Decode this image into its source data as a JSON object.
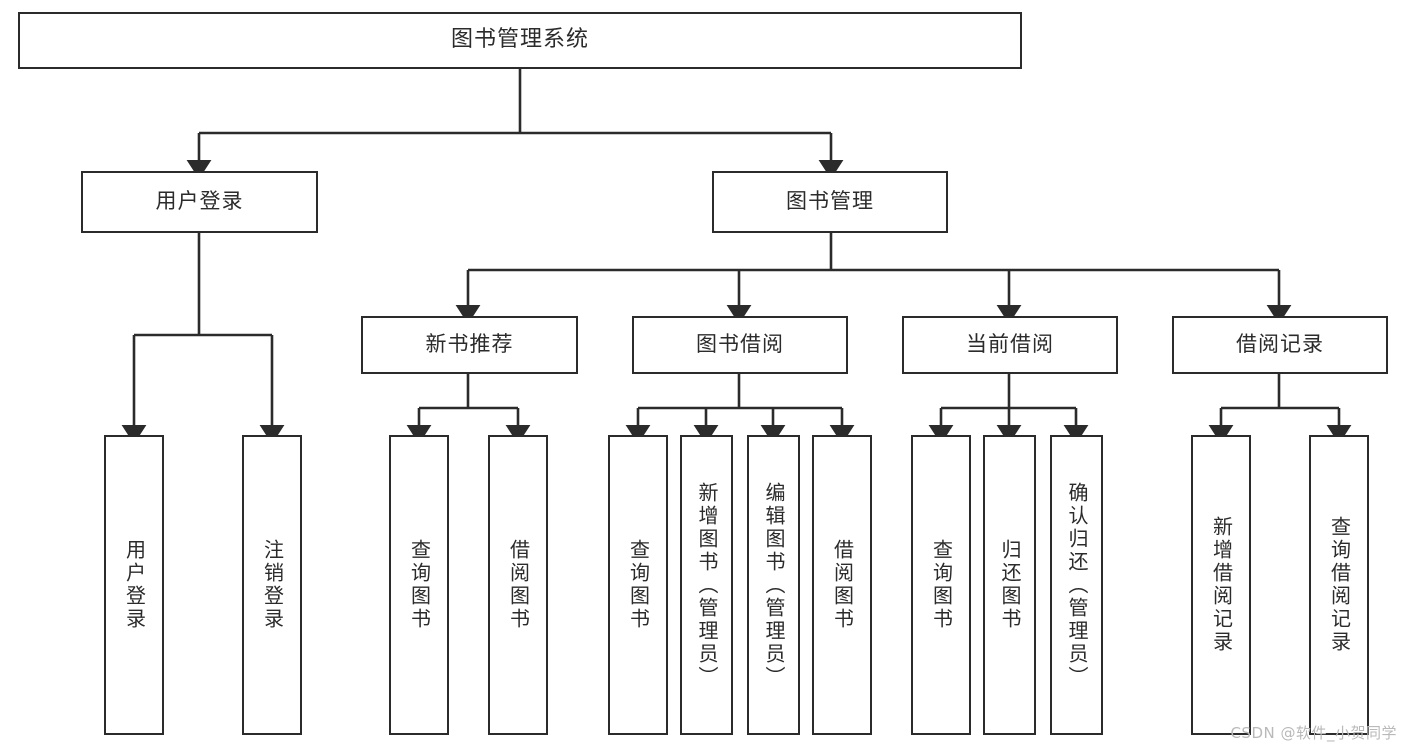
{
  "diagram": {
    "type": "tree-hierarchy",
    "title": "图书管理系统",
    "orientation": "top-down",
    "edge_style": "orthogonal-with-arrowheads",
    "colors": {
      "box_border": "#2b2b2b",
      "box_fill": "#ffffff",
      "edge": "#2b2b2b",
      "text": "#2b2b2b",
      "watermark": "#b9b9b9",
      "background": "#ffffff"
    },
    "root": {
      "id": "root",
      "label": "图书管理系统"
    },
    "level1": [
      {
        "id": "user-login",
        "label": "用户登录"
      },
      {
        "id": "book-manage",
        "label": "图书管理"
      }
    ],
    "level2": [
      {
        "id": "new-book-rec",
        "label": "新书推荐",
        "parent": "book-manage"
      },
      {
        "id": "book-borrow",
        "label": "图书借阅",
        "parent": "book-manage"
      },
      {
        "id": "current-borrow",
        "label": "当前借阅",
        "parent": "book-manage"
      },
      {
        "id": "borrow-record",
        "label": "借阅记录",
        "parent": "book-manage"
      }
    ],
    "leaves": [
      {
        "id": "leaf-user-login",
        "label": "用户登录",
        "parent": "user-login"
      },
      {
        "id": "leaf-logout",
        "label": "注销登录",
        "parent": "user-login"
      },
      {
        "id": "leaf-query-book-1",
        "label": "查询图书",
        "parent": "new-book-rec"
      },
      {
        "id": "leaf-borrow-book-1",
        "label": "借阅图书",
        "parent": "new-book-rec"
      },
      {
        "id": "leaf-query-book-2",
        "label": "查询图书",
        "parent": "book-borrow"
      },
      {
        "id": "leaf-add-book",
        "label": "新增图书（管理员）",
        "parent": "book-borrow"
      },
      {
        "id": "leaf-edit-book",
        "label": "编辑图书（管理员）",
        "parent": "book-borrow"
      },
      {
        "id": "leaf-borrow-book-2",
        "label": "借阅图书",
        "parent": "book-borrow"
      },
      {
        "id": "leaf-query-book-3",
        "label": "查询图书",
        "parent": "current-borrow"
      },
      {
        "id": "leaf-return-book",
        "label": "归还图书",
        "parent": "current-borrow"
      },
      {
        "id": "leaf-confirm-return",
        "label": "确认归还（管理员）",
        "parent": "current-borrow"
      },
      {
        "id": "leaf-add-record",
        "label": "新增借阅记录",
        "parent": "borrow-record"
      },
      {
        "id": "leaf-query-record",
        "label": "查询借阅记录",
        "parent": "borrow-record"
      }
    ]
  },
  "watermark": {
    "text": "CSDN @软件_小贺同学"
  }
}
